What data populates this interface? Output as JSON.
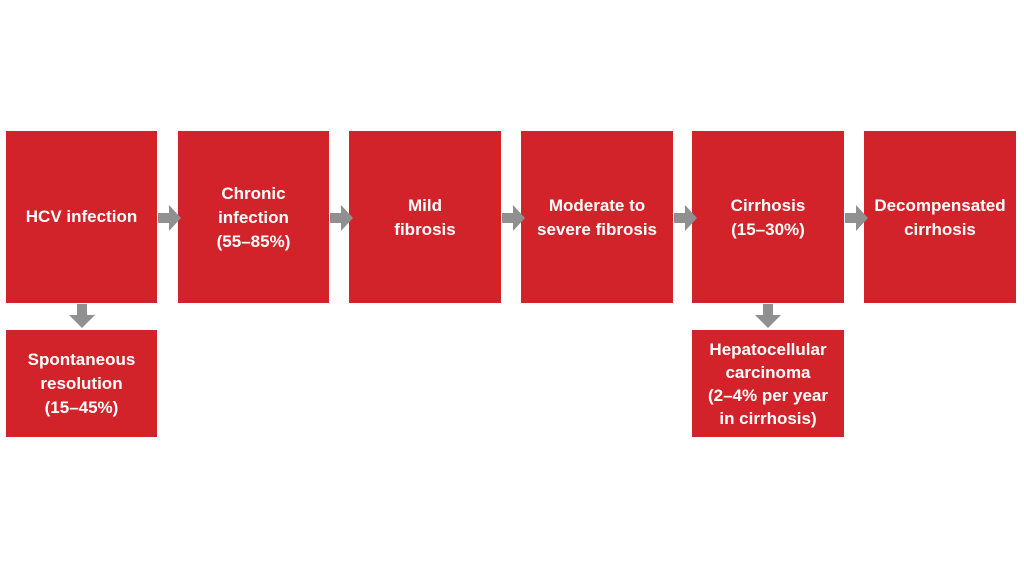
{
  "diagram": {
    "box_color": "#d2232a",
    "arrow_color": "#909090",
    "text_color": "#ffffff",
    "nodes": {
      "hcv_infection": "HCV infection",
      "chronic_infection": "Chronic\ninfection\n(55–85%)",
      "mild_fibrosis": "Mild\nfibrosis",
      "moderate_severe_fibrosis": "Moderate to\nsevere fibrosis",
      "cirrhosis": "Cirrhosis\n(15–30%)",
      "decompensated_cirrhosis": "Decompensated\ncirrhosis",
      "spontaneous_resolution": "Spontaneous\nresolution\n(15–45%)",
      "hepatocellular_carcinoma": "Hepatocellular\ncarcinoma\n(2–4% per year\nin cirrhosis)"
    },
    "edges": [
      {
        "from": "hcv_infection",
        "to": "chronic_infection"
      },
      {
        "from": "chronic_infection",
        "to": "mild_fibrosis"
      },
      {
        "from": "mild_fibrosis",
        "to": "moderate_severe_fibrosis"
      },
      {
        "from": "moderate_severe_fibrosis",
        "to": "cirrhosis"
      },
      {
        "from": "cirrhosis",
        "to": "decompensated_cirrhosis"
      },
      {
        "from": "hcv_infection",
        "to": "spontaneous_resolution"
      },
      {
        "from": "cirrhosis",
        "to": "hepatocellular_carcinoma"
      }
    ]
  }
}
